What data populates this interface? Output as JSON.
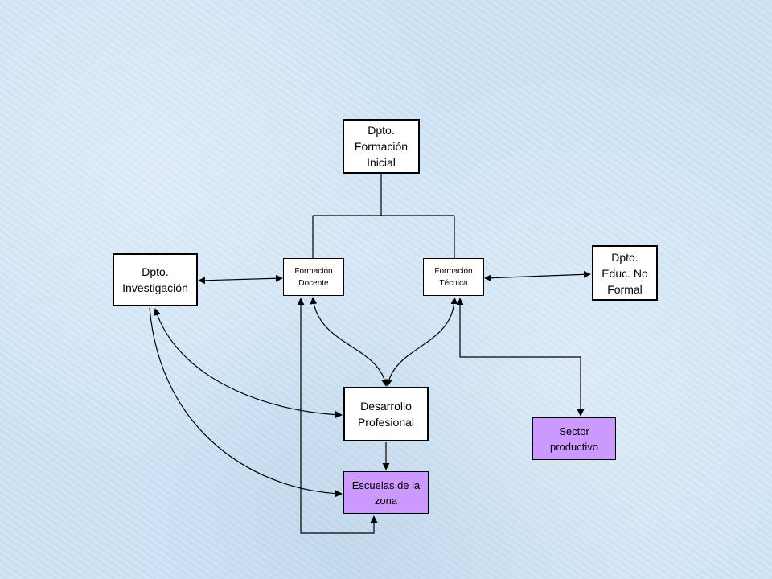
{
  "nodes": {
    "formacion_inicial": "Dpto.\nFormación\nInicial",
    "investigacion": "Dpto.\nInvestigación",
    "formacion_docente": "Formación\nDocente",
    "formacion_tecnica": "Formación\nTécnica",
    "educ_no_formal": "Dpto.\nEduc. No\nFormal",
    "desarrollo_profesional": "Desarrollo\nProfesional",
    "sector_productivo": "Sector\nproductivo",
    "escuelas_zona": "Escuelas de la\nzona"
  },
  "colors": {
    "background": "#cfe3f5",
    "box_default": "#ffffff",
    "box_highlight": "#cc99ff",
    "line": "#000000"
  }
}
